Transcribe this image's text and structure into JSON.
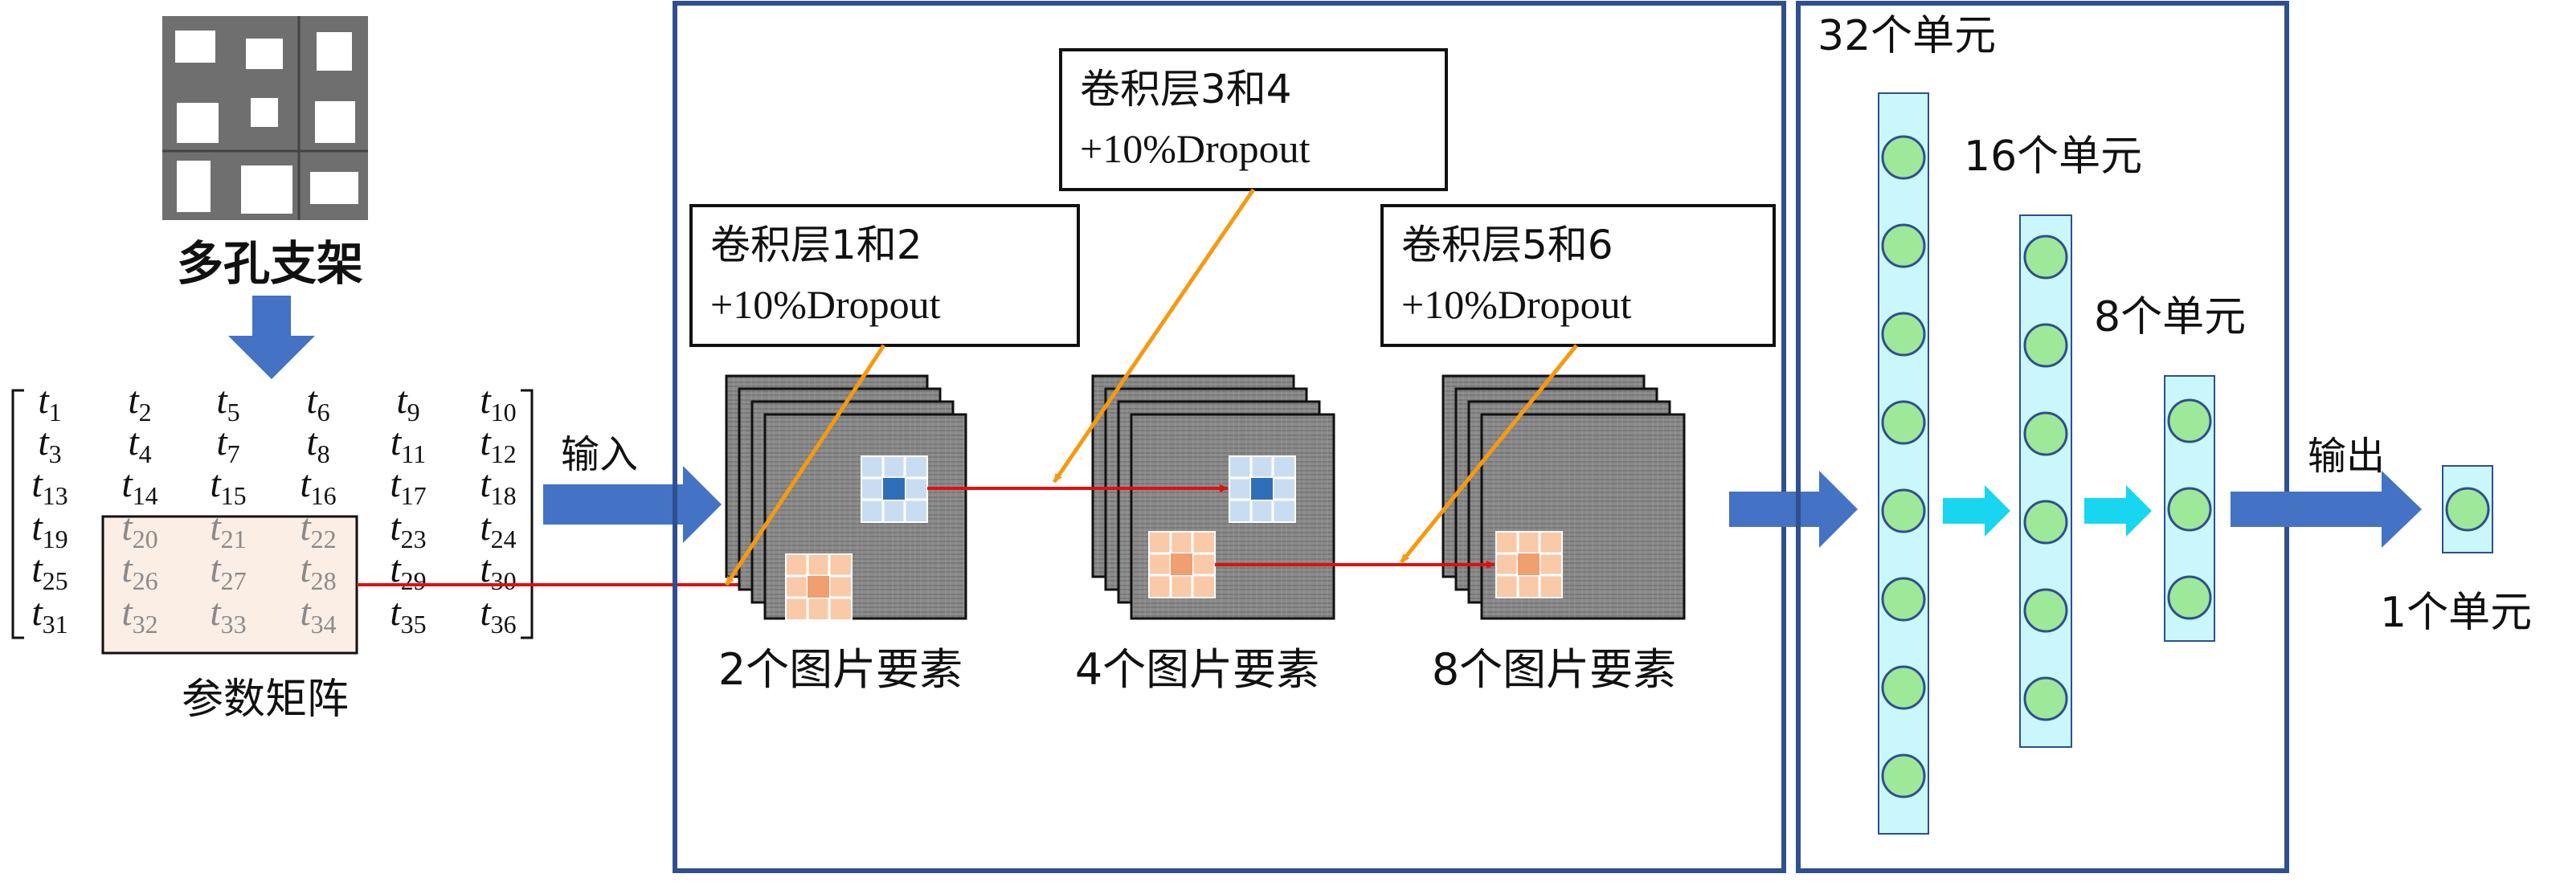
{
  "scaffold": {
    "label": "多孔支架"
  },
  "matrix": {
    "label": "参数矩阵",
    "rows": [
      [
        [
          "t",
          "1"
        ],
        [
          "t",
          "2"
        ],
        [
          "t",
          "5"
        ],
        [
          "t",
          "6"
        ],
        [
          "t",
          "9"
        ],
        [
          "t",
          "10"
        ]
      ],
      [
        [
          "t",
          "3"
        ],
        [
          "t",
          "4"
        ],
        [
          "t",
          "7"
        ],
        [
          "t",
          "8"
        ],
        [
          "t",
          "11"
        ],
        [
          "t",
          "12"
        ]
      ],
      [
        [
          "t",
          "13"
        ],
        [
          "t",
          "14"
        ],
        [
          "t",
          "15"
        ],
        [
          "t",
          "16"
        ],
        [
          "t",
          "17"
        ],
        [
          "t",
          "18"
        ]
      ],
      [
        [
          "t",
          "19"
        ],
        [
          "t",
          "20"
        ],
        [
          "t",
          "21"
        ],
        [
          "t",
          "22"
        ],
        [
          "t",
          "23"
        ],
        [
          "t",
          "24"
        ]
      ],
      [
        [
          "t",
          "25"
        ],
        [
          "t",
          "26"
        ],
        [
          "t",
          "27"
        ],
        [
          "t",
          "28"
        ],
        [
          "t",
          "29"
        ],
        [
          "t",
          "30"
        ]
      ],
      [
        [
          "t",
          "31"
        ],
        [
          "t",
          "32"
        ],
        [
          "t",
          "33"
        ],
        [
          "t",
          "34"
        ],
        [
          "t",
          "35"
        ],
        [
          "t",
          "36"
        ]
      ]
    ],
    "highlighted_rows": [
      3,
      5
    ],
    "highlighted_cols": [
      1,
      3
    ]
  },
  "labels": {
    "input": "输入",
    "output": "输出"
  },
  "conv_blocks": [
    {
      "title": "卷积层1和2",
      "subtitle": "+10%Dropout",
      "feature_label": "2个图片要素",
      "kernel_color": "#4a7fc1"
    },
    {
      "title": "卷积层3和4",
      "subtitle": "+10%Dropout",
      "feature_label": "4个图片要素",
      "kernel_color": "#4a7fc1"
    },
    {
      "title": "卷积层5和6",
      "subtitle": "+10%Dropout",
      "feature_label": "8个图片要素"
    }
  ],
  "dense_layers": [
    {
      "label": "32个单元",
      "units_drawn": 8
    },
    {
      "label": "16个单元",
      "units_drawn": 6
    },
    {
      "label": "8个单元",
      "units_drawn": 3
    },
    {
      "label": "1个单元",
      "units_drawn": 1
    }
  ],
  "colors": {
    "panel_border": "#2f4f8f",
    "block_arrow": "#4472c4",
    "cyan_arrow": "#18d6f0",
    "red_line": "#e01010",
    "orange_pointer": "#f59a10",
    "neuron_fill": "#9ee89a",
    "layer_fill": "#c9f7fb",
    "orange_patch": "#f9c9a8",
    "blue_patch": "#c9ddf2"
  }
}
